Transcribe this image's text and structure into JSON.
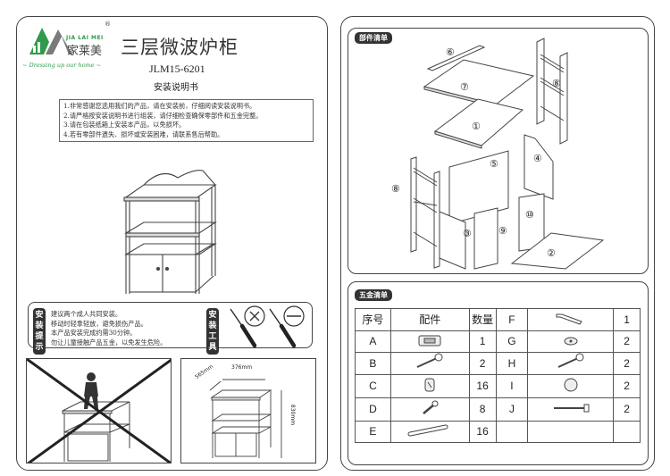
{
  "brand": {
    "logo_text": "家莱美",
    "logo_roman": "JIA LAI MEI",
    "registered": "®",
    "slogan": "~ Dressing up our home ~"
  },
  "title": {
    "product": "三层微波炉柜",
    "model": "JLM15-6201",
    "subtitle": "安装说明书"
  },
  "notes": [
    "1.非常感谢您选用我们的产品，请在安装前，仔细阅读安装说明书。",
    "2.请严格按安装说明书进行组装，请仔细检查确保零部件和五金完整。",
    "3.请在包装纸箱上安装本产品，以免损坏。",
    "4.若有零部件遗失、损坏或安装困难，请联系售后帮助。"
  ],
  "tips": {
    "label": "安装提示",
    "lines": [
      "建议两个成人共同安装。",
      "移动时轻拿轻放，避免损伤产品。",
      "本产品安装完成约需30分钟。",
      "勿让儿童接触产品五金，以免发生危险。"
    ]
  },
  "tools": {
    "label": "安装工具"
  },
  "dimensions": {
    "depth": "565mm",
    "width": "376mm",
    "height": "830mm"
  },
  "parts": {
    "header": "部件清单",
    "labels": [
      "①",
      "②",
      "③",
      "④",
      "⑤",
      "⑥",
      "⑦",
      "⑧",
      "⑧",
      "⑨",
      "⑩"
    ]
  },
  "hardware": {
    "header": "五金清单",
    "columns": [
      "序号",
      "配件",
      "数量"
    ],
    "rows": [
      {
        "l_id": "A",
        "l_qty": "1",
        "r_id": "F",
        "r_qty": "1"
      },
      {
        "l_id": "B",
        "l_qty": "2",
        "r_id": "G",
        "r_qty": "2"
      },
      {
        "l_id": "C",
        "l_qty": "16",
        "r_id": "H",
        "r_qty": "2"
      },
      {
        "l_id": "D",
        "l_qty": "8",
        "r_id": "I",
        "r_qty": "2"
      },
      {
        "l_id": "E",
        "l_qty": "16",
        "r_id": "J",
        "r_qty": "2"
      }
    ]
  },
  "colors": {
    "logo_green": "#2e9a4a",
    "logo_gray": "#8a8a8a",
    "ink": "#333333",
    "frame_wood": "#c8b89a"
  }
}
